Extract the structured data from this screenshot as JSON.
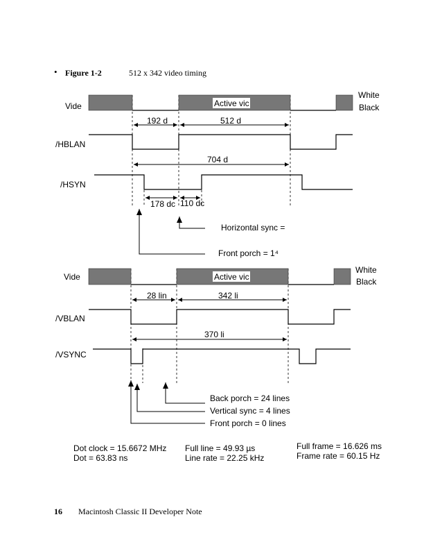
{
  "figure": {
    "bullet": "•",
    "label": "Figure 1-2",
    "title": "512 x 342 video timing"
  },
  "colors": {
    "active_bar": "#777777"
  },
  "horizontal": {
    "video_label": "Vide",
    "white_label": "White",
    "black_label": "Black",
    "active_label": "Active vic",
    "blank_signal": "/HBLAN",
    "sync_signal": "/HSYN",
    "dim_192": "192 d",
    "dim_512": "512 d",
    "dim_704": "704 d",
    "dim_178": "178 dc",
    "dim_110": "110 dc",
    "horizontal_sync": "Horizontal sync =",
    "front_porch": "Front porch = 1⁴"
  },
  "vertical": {
    "video_label": "Vide",
    "white_label": "White",
    "black_label": "Black",
    "active_label": "Active vic",
    "blank_signal": "/VBLAN",
    "sync_signal": "/VSYNC",
    "dim_28": "28 lin",
    "dim_342": "342 li",
    "dim_370": "370 li",
    "back_porch": "Back porch = 24 lines",
    "vertical_sync": "Vertical sync = 4 lines",
    "front_porch": "Front porch = 0 lines"
  },
  "specs": {
    "dot_clock": "Dot clock = 15.6672 MHz",
    "dot": "Dot = 63.83 ns",
    "full_line": "Full line = 49.93 µs",
    "line_rate": "Line rate = 22.25 kHz",
    "full_frame": "Full frame = 16.626 ms",
    "frame_rate": "Frame rate = 60.15 Hz"
  },
  "footer": {
    "page_number": "16",
    "doc_title": "Macintosh Classic II Developer Note"
  }
}
